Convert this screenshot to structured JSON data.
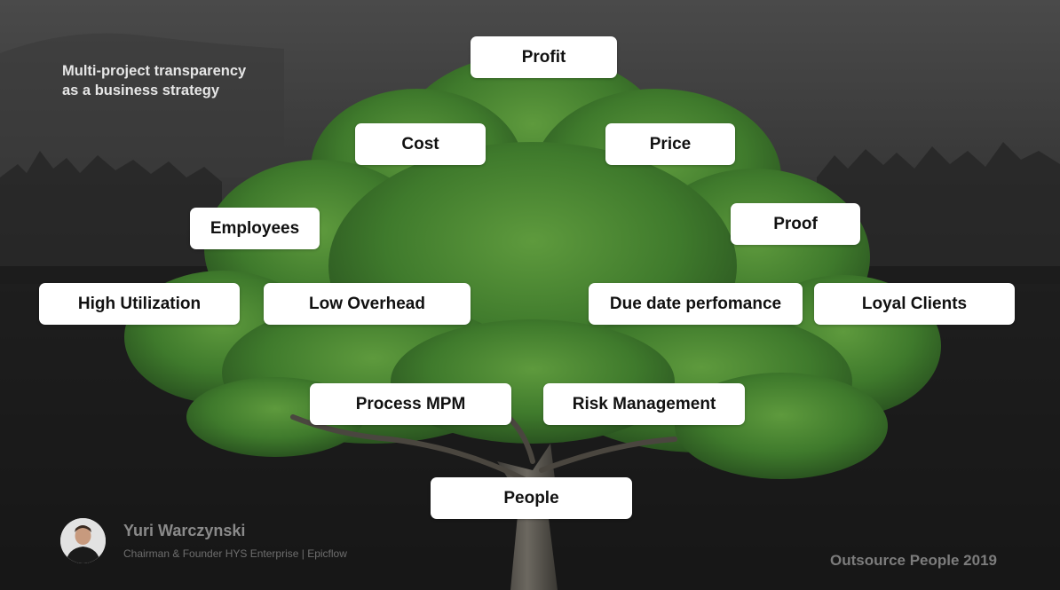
{
  "heading": {
    "line1": "Multi-project transparency",
    "line2": "as a business strategy"
  },
  "nodes": {
    "profit": "Profit",
    "cost": "Cost",
    "price": "Price",
    "employees": "Employees",
    "proof": "Proof",
    "high_utilization": "High Utilization",
    "low_overhead": "Low Overhead",
    "due_date": "Due date perfomance",
    "loyal_clients": "Loyal Clients",
    "process_mpm": "Process MPM",
    "risk_management": "Risk Management",
    "people": "People"
  },
  "author": {
    "name": "Yuri Warczynski",
    "role": "Chairman & Founder HYS Enterprise | Epicflow"
  },
  "event": "Outsource People 2019",
  "colors": {
    "background": "#2a2a2a",
    "foliage": "#3f7a2c",
    "node_bg": "#ffffff",
    "node_text": "#111111"
  }
}
